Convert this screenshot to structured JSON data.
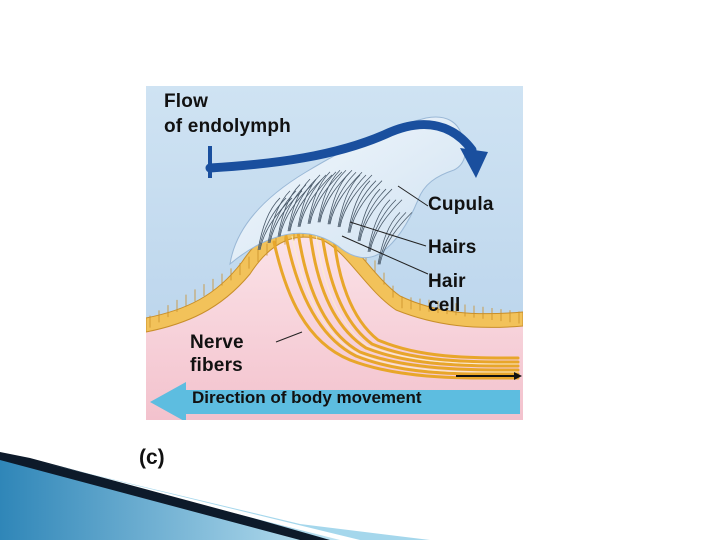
{
  "labels": {
    "flow_line1": "Flow",
    "flow_line2": "of endolymph",
    "cupula": "Cupula",
    "hairs": "Hairs",
    "hair_line1": "Hair",
    "hair_line2": "cell",
    "nerve_line1": "Nerve",
    "nerve_line2": "fibers",
    "direction": "Direction of body movement",
    "panel": "(c)"
  },
  "colors": {
    "fluid": "#bcd6ec",
    "cupula": "#e9f2fa",
    "epithelium": "#f2c25a",
    "tissue": "#f6cbd4",
    "nerve": "#e8a62a",
    "flow_arrow": "#1a4f9e",
    "direction_arrow": "#5dbde0"
  }
}
